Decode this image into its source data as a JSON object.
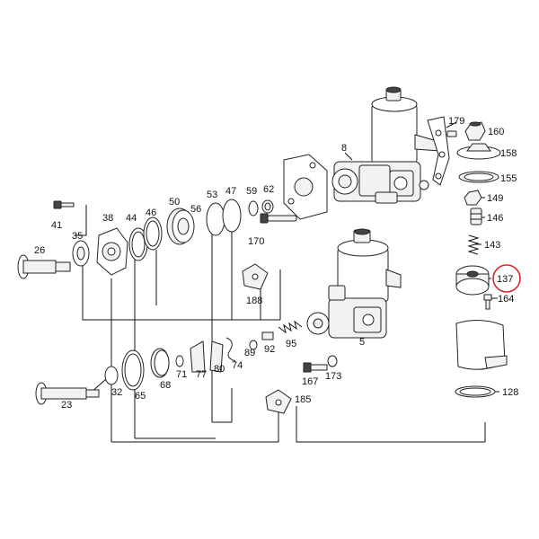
{
  "diagram": {
    "part_numbers": {
      "p179": "179",
      "p160": "160",
      "p8": "8",
      "p158": "158",
      "p155": "155",
      "p149": "149",
      "p146": "146",
      "p143": "143",
      "p137": "137",
      "p164": "164",
      "p41": "41",
      "p38": "38",
      "p44": "44",
      "p46": "46",
      "p50": "50",
      "p53": "53",
      "p47": "47",
      "p59": "59",
      "p62": "62",
      "p56": "56",
      "p170": "170",
      "p26": "26",
      "p35": "35",
      "p188": "188",
      "p89": "89",
      "p92": "92",
      "p95": "95",
      "p5": "5",
      "p74": "74",
      "p80": "80",
      "p77": "77",
      "p71": "71",
      "p68": "68",
      "p65": "65",
      "p32": "32",
      "p23": "23",
      "p167": "167",
      "p173": "173",
      "p185": "185",
      "p128": "128"
    },
    "highlighted_part": "137",
    "highlight_color": "#d22a2a"
  }
}
